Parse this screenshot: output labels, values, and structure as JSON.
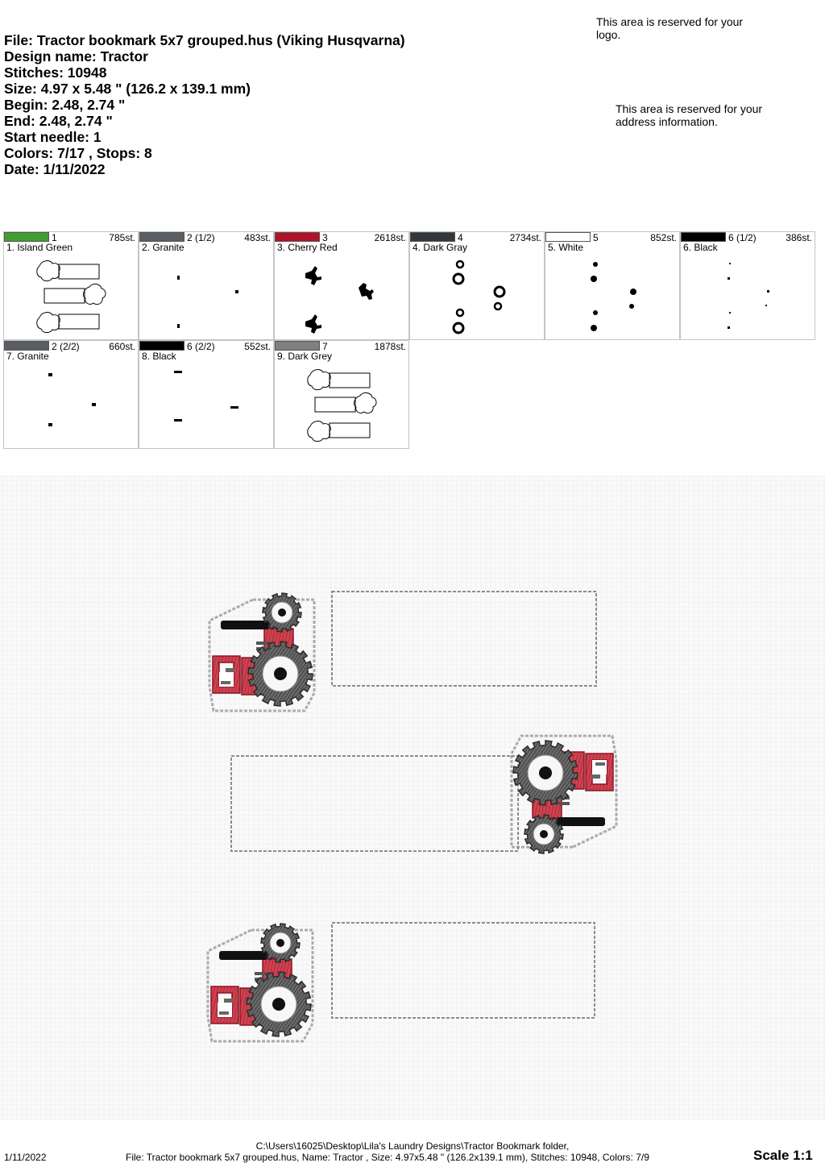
{
  "header": {
    "file": "File: Tractor bookmark 5x7 grouped.hus  (Viking Husqvarna)",
    "design_name": "Design name: Tractor",
    "stitches": "Stitches: 10948",
    "size": "Size: 4.97 x 5.48 \" (126.2 x 139.1 mm)",
    "begin": "Begin: 2.48, 2.74 \"",
    "end": "End: 2.48, 2.74 \"",
    "start_needle": "Start needle: 1",
    "colors": "Colors: 7/17 , Stops: 8",
    "date": "Date: 1/11/2022"
  },
  "reserved": {
    "logo": "This area is reserved for your logo.",
    "address": "This area is reserved for your address information."
  },
  "color_stops": [
    {
      "swatch": "#3e9f2e",
      "number": "1",
      "stitches": "785st.",
      "name": "1. Island Green",
      "thumb": "outline"
    },
    {
      "swatch": "#5a5e63",
      "number": "2 (1/2)",
      "stitches": "483st.",
      "name": "2. Granite",
      "thumb": "granite1"
    },
    {
      "swatch": "#b3122b",
      "number": "3",
      "stitches": "2618st.",
      "name": "3. Cherry Red",
      "thumb": "cherry"
    },
    {
      "swatch": "#33373b",
      "number": "4",
      "stitches": "2734st.",
      "name": "4. Dark Gray",
      "thumb": "rings"
    },
    {
      "swatch": "#ffffff",
      "number": "5",
      "stitches": "852st.",
      "name": "5. White",
      "thumb": "dots"
    },
    {
      "swatch": "#000000",
      "number": "6 (1/2)",
      "stitches": "386st.",
      "name": "6. Black",
      "thumb": "tinydots"
    },
    {
      "swatch": "#5a5e63",
      "number": "2 (2/2)",
      "stitches": "660st.",
      "name": "7. Granite",
      "thumb": "squares"
    },
    {
      "swatch": "#000000",
      "number": "6 (2/2)",
      "stitches": "552st.",
      "name": "8. Black",
      "thumb": "dashes"
    },
    {
      "swatch": "#808080",
      "number": "7",
      "stitches": "1878st.",
      "name": "9. Dark Grey",
      "thumb": "outline"
    }
  ],
  "footer": {
    "path": "C:\\Users\\16025\\Desktop\\Lila's Laundry Designs\\Tractor Bookmark folder,",
    "details": "File: Tractor bookmark 5x7 grouped.hus, Name: Tractor , Size: 4.97x5.48 \" (126.2x139.1 mm), Stitches: 10948, Colors: 7/9",
    "date": "1/11/2022",
    "scale": "Scale 1:1"
  }
}
